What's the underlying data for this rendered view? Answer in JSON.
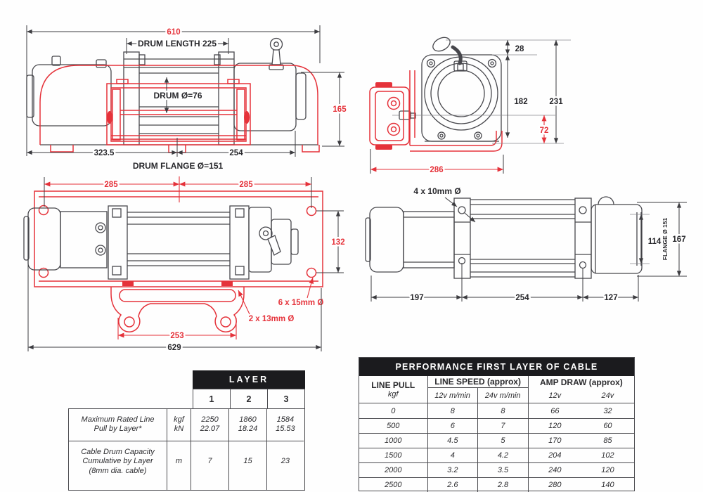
{
  "drawing": {
    "colors": {
      "dimension_red": "#e5323a",
      "line_black": "#47474c"
    },
    "front_view": {
      "overall_width": "610",
      "drum_length": "DRUM LENGTH 225",
      "drum_diameter": "DRUM Ø=76",
      "height": "165",
      "offset_left": "323.5",
      "bolt_spacing": "254",
      "drum_flange": "DRUM FLANGE Ø=151"
    },
    "end_view": {
      "lever_clearance": "28",
      "mount_height": "182",
      "overall_height": "231",
      "centerline_height": "72",
      "overall_depth": "286"
    },
    "top_view": {
      "hole_span_left": "285",
      "hole_span_right": "285",
      "hole_span_vertical": "132",
      "plate_holes_note": "6 x 15mm Ø",
      "fairlead_holes_note": "2 x 13mm Ø",
      "fairlead_hole_spacing": "253",
      "overall_length": "629"
    },
    "side_view": {
      "bracket_holes_note": "4 x 10mm Ø",
      "drum_flange_inner": "114",
      "flange_label": "FLANGE Ø 151",
      "overall_height": "167",
      "motor_length": "197",
      "bolt_spacing": "254",
      "gear_length": "127"
    }
  },
  "layer_table": {
    "header": "LAYER",
    "columns": [
      "1",
      "2",
      "3"
    ],
    "row1_label_l1": "Maximum Rated Line",
    "row1_label_l2": "Pull by Layer*",
    "row1_unit_l1": "kgf",
    "row1_unit_l2": "kN",
    "row1_kgf": [
      "2250",
      "1860",
      "1584"
    ],
    "row1_kn": [
      "22.07",
      "18.24",
      "15.53"
    ],
    "row2_label_l1": "Cable Drum Capacity",
    "row2_label_l2": "Cumulative by Layer",
    "row2_label_l3": "(8mm dia. cable)",
    "row2_unit": "m",
    "row2_values": [
      "7",
      "15",
      "23"
    ]
  },
  "performance_table": {
    "title": "PERFORMANCE FIRST LAYER OF CABLE",
    "col_line_pull": "LINE PULL",
    "col_line_pull_unit": "kgf",
    "col_line_speed": "LINE SPEED (approx)",
    "col_speed_12": "12v m/min",
    "col_speed_24": "24v m/min",
    "col_amp": "AMP DRAW (approx)",
    "col_amp_12": "12v",
    "col_amp_24": "24v",
    "rows": [
      [
        "0",
        "8",
        "8",
        "66",
        "32"
      ],
      [
        "500",
        "6",
        "7",
        "120",
        "60"
      ],
      [
        "1000",
        "4.5",
        "5",
        "170",
        "85"
      ],
      [
        "1500",
        "4",
        "4.2",
        "204",
        "102"
      ],
      [
        "2000",
        "3.2",
        "3.5",
        "240",
        "120"
      ],
      [
        "2500",
        "2.6",
        "2.8",
        "280",
        "140"
      ]
    ]
  }
}
